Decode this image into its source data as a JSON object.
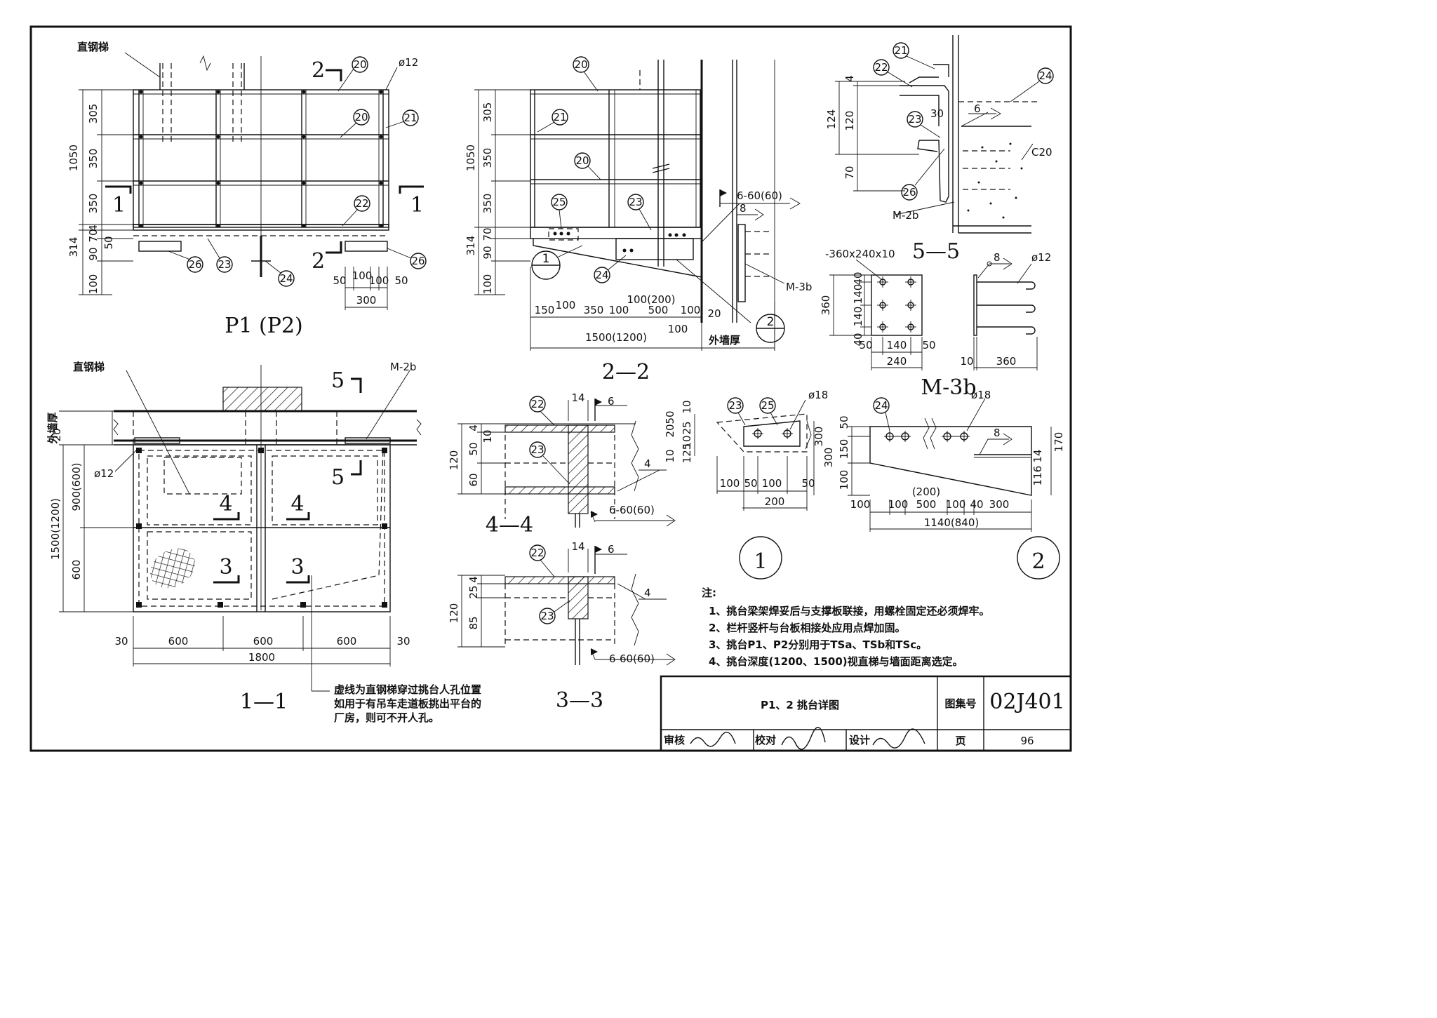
{
  "views": {
    "p1": {
      "title": "P1 (P2)",
      "ladder_label": "直钢梯",
      "callouts": [
        "20",
        "20",
        "21",
        "22",
        "23",
        "24",
        "26",
        "26"
      ],
      "dia": "ø12",
      "section_marks": [
        "1",
        "1",
        "2",
        "2"
      ],
      "dims_v": [
        "305",
        "350",
        "350",
        "4",
        "70",
        "50",
        "90",
        "100",
        "1050",
        "314"
      ],
      "dims_h": [
        "50",
        "100",
        "100",
        "50",
        "300"
      ]
    },
    "s22": {
      "title": "2—2",
      "callouts": [
        "20",
        "21",
        "20",
        "25",
        "23",
        "24"
      ],
      "detail_marks": [
        "1",
        "2"
      ],
      "weld": [
        "6-60(60)",
        "8"
      ],
      "dims_v": [
        "305",
        "350",
        "350",
        "70",
        "90",
        "100",
        "1050",
        "314"
      ],
      "dims_h": [
        "150",
        "100",
        "350",
        "100",
        "100(200)",
        "500",
        "100",
        "20",
        "100",
        "1500(1200)"
      ],
      "labels": [
        "M-3b",
        "外墙厚"
      ]
    },
    "s55": {
      "title": "5—5",
      "callouts": [
        "21",
        "22",
        "24",
        "23",
        "26"
      ],
      "dims": [
        "4",
        "120",
        "124",
        "70",
        "30",
        "6"
      ],
      "labels": [
        "C20",
        "M-2b"
      ]
    },
    "m3b": {
      "title": "M-3b",
      "plate": "-360x240x10",
      "dia": "ø12",
      "weld": "8",
      "dims": [
        "40",
        "140",
        "140",
        "40",
        "360",
        "50",
        "140",
        "50",
        "240",
        "10",
        "360"
      ]
    },
    "s11": {
      "title": "1—1",
      "ladder_label": "直钢梯",
      "wall_label": "外墙厚",
      "mark_label": "M-2b",
      "dia": "ø12",
      "section_marks": [
        "5",
        "5",
        "4",
        "4",
        "3",
        "3"
      ],
      "dims_v": [
        "20",
        "900(600)",
        "600",
        "1500(1200)"
      ],
      "dims_h": [
        "30",
        "600",
        "600",
        "600",
        "30",
        "1800"
      ],
      "remark": [
        "虚线为直钢梯穿过挑台人孔位置",
        "如用于有吊车走道板挑出平台的",
        "厂房，则可不开人孔。"
      ]
    },
    "s44": {
      "title": "4—4",
      "callouts": [
        "22",
        "23"
      ],
      "dims": [
        "14",
        "4",
        "10",
        "50",
        "120",
        "60"
      ],
      "weld": [
        "6",
        "4",
        "6-60(60)"
      ]
    },
    "s33": {
      "title": "3—3",
      "callouts": [
        "22",
        "23"
      ],
      "dims": [
        "14",
        "4",
        "25",
        "120",
        "85"
      ],
      "weld": [
        "6",
        "4",
        "6-60(60)"
      ]
    },
    "d1": {
      "title": "1",
      "callouts": [
        "23",
        "25"
      ],
      "dia": "ø18",
      "dims_v": [
        "20",
        "50",
        "10",
        "10",
        "25",
        "10",
        "125",
        "300"
      ],
      "dims_h": [
        "100",
        "50",
        "100",
        "50",
        "200"
      ]
    },
    "d2": {
      "title": "2",
      "callouts": [
        "24"
      ],
      "dia": "ø18",
      "weld": "8",
      "dims_v": [
        "50",
        "150",
        "100",
        "300",
        "14",
        "116",
        "170"
      ],
      "dims_h": [
        "100",
        "100",
        "500",
        "100",
        "40",
        "300",
        "(200)",
        "1140(840)"
      ]
    }
  },
  "notes": {
    "heading": "注:",
    "items": [
      "1、挑台梁架焊妥后与支撑板联接，用螺栓固定还必须焊牢。",
      "2、栏杆竖杆与台板相接处应用点焊加固。",
      "3、挑台P1、P2分别用于TSa、TSb和TSc。",
      "4、挑台深度(1200、1500)视直梯与墙面距离选定。"
    ]
  },
  "title_block": {
    "drawing_title": "P1、2 挑台详图",
    "atlas_label": "图集号",
    "atlas_no": "02J401",
    "review_label": "审核",
    "check_label": "校对",
    "design_label": "设计",
    "page_label": "页",
    "page_no": "96"
  }
}
